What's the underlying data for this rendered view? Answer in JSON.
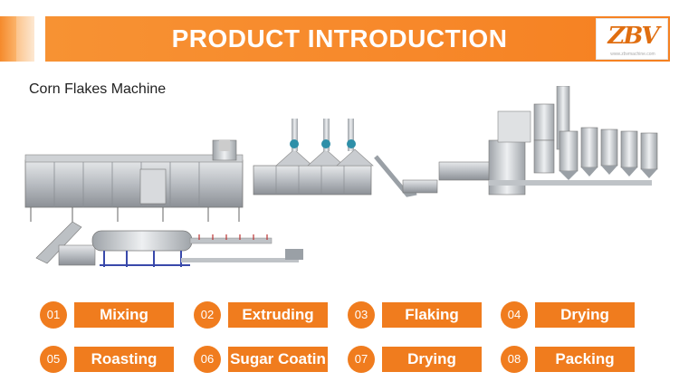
{
  "header": {
    "title": "PRODUCT INTRODUCTION",
    "logo_text": "ZBV",
    "logo_subtext": "www.zbvmachine.com"
  },
  "subtitle": "Corn Flakes Machine",
  "colors": {
    "accent": "#f07c1e",
    "banner": "#f7882a"
  },
  "steps": [
    {
      "num": "01",
      "label": "Mixing"
    },
    {
      "num": "02",
      "label": "Extruding"
    },
    {
      "num": "03",
      "label": "Flaking"
    },
    {
      "num": "04",
      "label": "Drying"
    },
    {
      "num": "05",
      "label": "Roasting"
    },
    {
      "num": "06",
      "label": "Sugar Coatin"
    },
    {
      "num": "07",
      "label": "Drying"
    },
    {
      "num": "08",
      "label": "Packing"
    }
  ]
}
